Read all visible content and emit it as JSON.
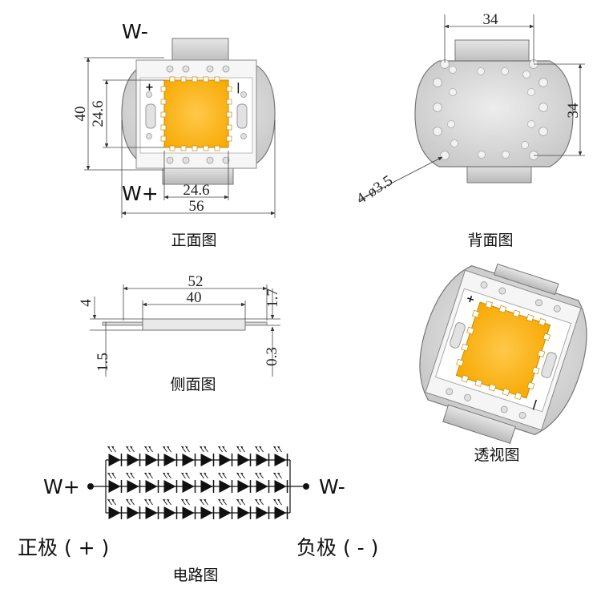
{
  "front": {
    "caption": "正面图",
    "label_wminus": "W-",
    "label_wplus": "W+",
    "dim_40": "40",
    "dim_24_6_v": "24.6",
    "dim_24_6_h": "24.6",
    "dim_56": "56",
    "plus": "+",
    "minus": "|"
  },
  "back": {
    "caption": "背面图",
    "dim_34_top": "34",
    "dim_34_right": "34",
    "dim_holes": "4-ø3.5"
  },
  "side": {
    "caption": "侧面图",
    "dim_52": "52",
    "dim_40": "40",
    "dim_4": "4",
    "dim_1_7": "1.7",
    "dim_1_5": "1.5",
    "dim_0_3": "0.3"
  },
  "perspective": {
    "caption": "透视图",
    "plus": "+",
    "minus": "|"
  },
  "circuit": {
    "caption": "电路图",
    "wplus": "W+",
    "wminus": "W-",
    "positive": "正极 ( + )",
    "negative": "负极 ( - )",
    "rows": 3,
    "cols": 10
  },
  "colors": {
    "chip": "#FDB515",
    "substrate": "#D6D6D6",
    "frame": "#F4F4F4",
    "outline": "#555555"
  }
}
